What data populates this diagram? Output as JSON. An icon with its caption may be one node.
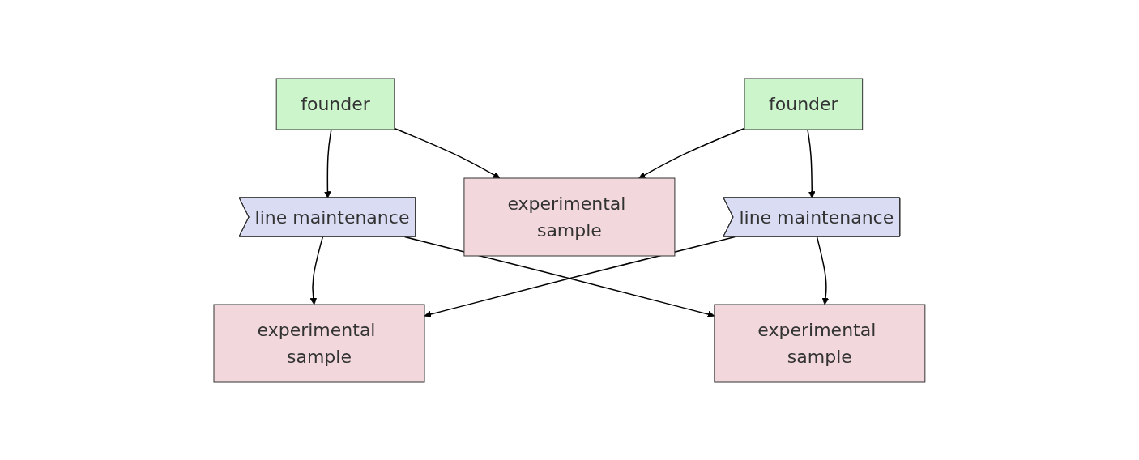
{
  "diagram": {
    "nodes": [
      {
        "text": [
          "founder"
        ]
      },
      {
        "text": [
          "line maintenance"
        ]
      },
      {
        "text": [
          "experimental sample"
        ]
      },
      {
        "text": [
          "experimental sample"
        ]
      },
      {
        "text": [
          "experimental sample"
        ]
      },
      {
        "text": [
          "founder"
        ]
      },
      {
        "text": [
          "line maintenance"
        ]
      }
    ],
    "edges": [
      {
        "from": 0,
        "to": 1,
        "arrow": "to"
      },
      {
        "from": 0,
        "to": 2,
        "arrow": "to"
      },
      {
        "from": 1,
        "to": 3,
        "arrow": "to"
      },
      {
        "from": 1,
        "to": 4,
        "arrow": "to"
      },
      {
        "from": 5,
        "to": 2,
        "arrow": "to"
      },
      {
        "from": 5,
        "to": 6,
        "arrow": "to"
      },
      {
        "from": 6,
        "to": 3,
        "arrow": "to"
      },
      {
        "from": 6,
        "to": 4,
        "arrow": "to"
      }
    ]
  }
}
